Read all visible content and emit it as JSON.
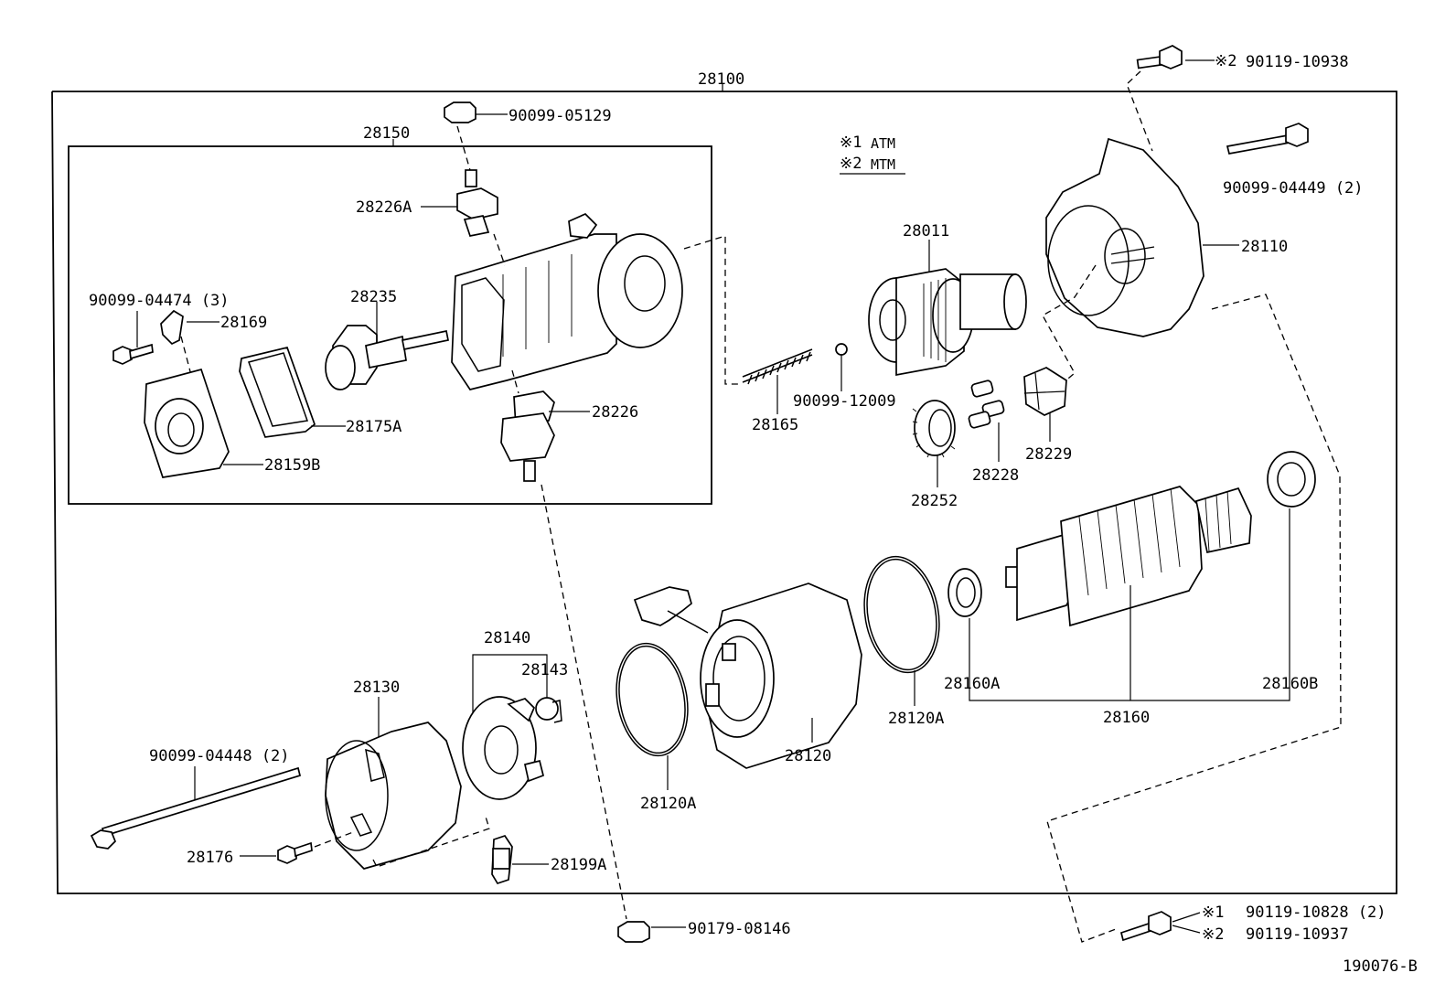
{
  "diagram_title": "28100",
  "subassembly_title": "28150",
  "footer_code": "190076-B",
  "legend": {
    "line1_mark": "※1",
    "line1_text": "ATM",
    "line2_mark": "※2",
    "line2_text": "MTM"
  },
  "labels": {
    "p90099_05129": "90099-05129",
    "p28226A": "28226A",
    "p28235": "28235",
    "p90099_04474": "90099-04474 (3)",
    "p28169": "28169",
    "p28175A": "28175A",
    "p28159B": "28159B",
    "p28226": "28226",
    "p28165": "28165",
    "p90099_12009": "90099-12009",
    "p28011": "28011",
    "p28252": "28252",
    "p28228": "28228",
    "p28229": "28229",
    "p28110": "28110",
    "p90099_04449": "90099-04449 (2)",
    "p90119_10938_mark": "※2",
    "p90119_10938": "90119-10938",
    "p28140": "28140",
    "p28143": "28143",
    "p28130": "28130",
    "p90099_04448": "90099-04448 (2)",
    "p28176": "28176",
    "p28199A": "28199A",
    "p90179_08146": "90179-08146",
    "p28120A_left": "28120A",
    "p28120": "28120",
    "p28120A_right": "28120A",
    "p28160A": "28160A",
    "p28160": "28160",
    "p28160B": "28160B",
    "p90119_10828_mark": "※1",
    "p90119_10828": "90119-10828 (2)",
    "p90119_10937_mark": "※2",
    "p90119_10937": "90119-10937"
  }
}
